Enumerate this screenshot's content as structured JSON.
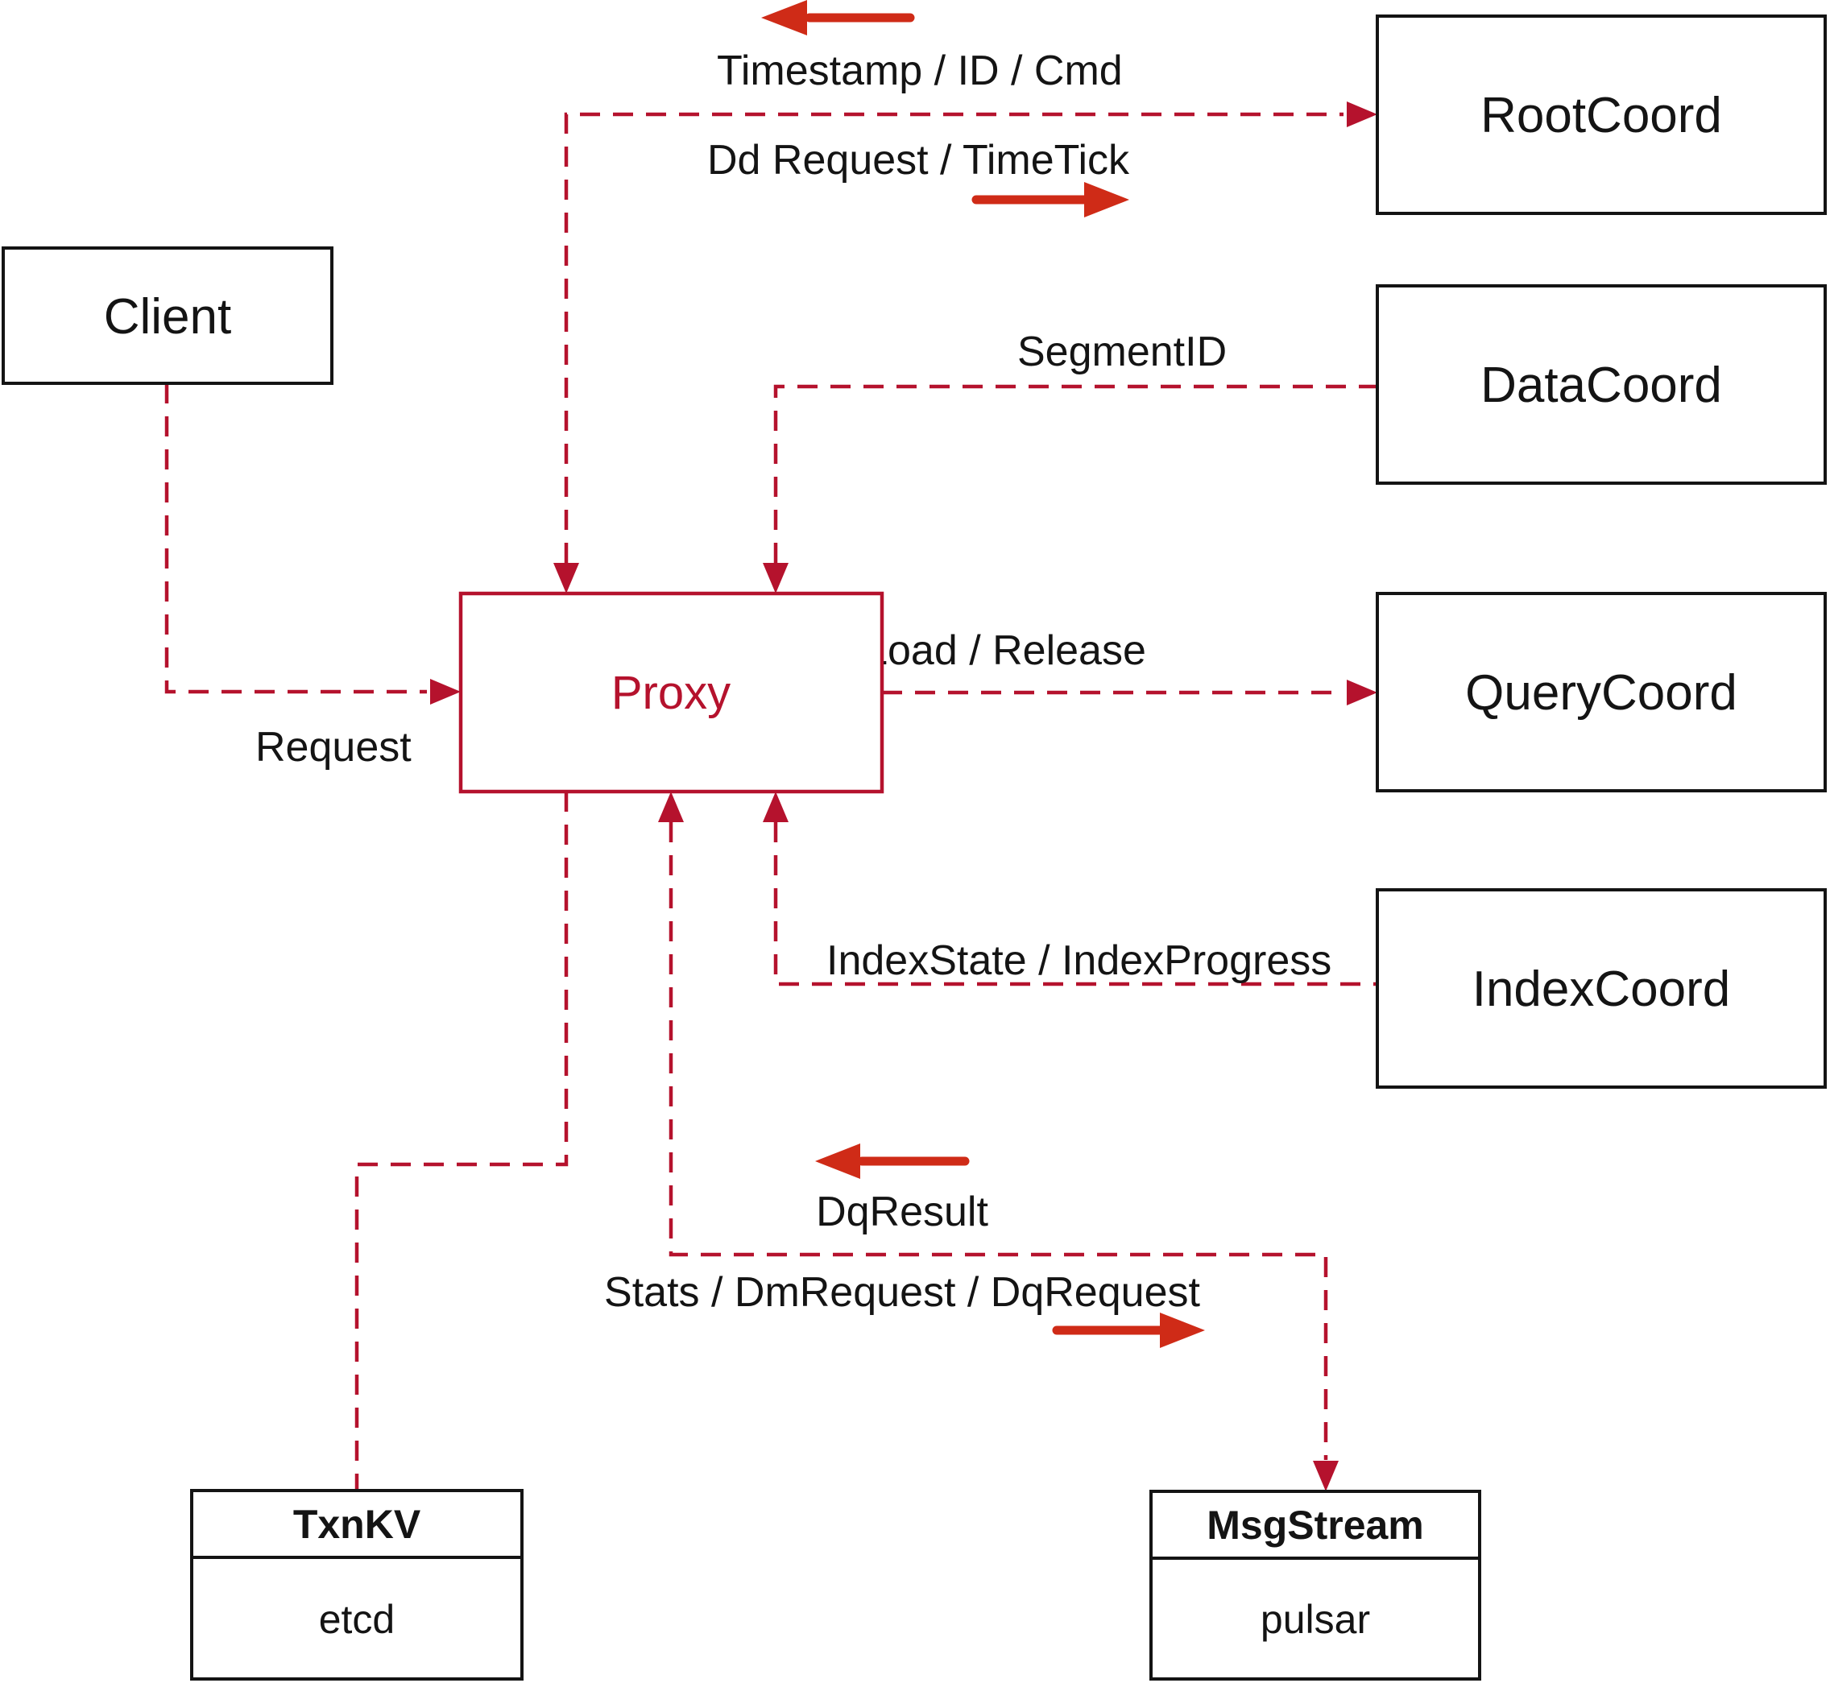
{
  "diagram": {
    "nodes": {
      "client": {
        "label": "Client"
      },
      "proxy": {
        "label": "Proxy"
      },
      "root_coord": {
        "label": "RootCoord"
      },
      "data_coord": {
        "label": "DataCoord"
      },
      "query_coord": {
        "label": "QueryCoord"
      },
      "index_coord": {
        "label": "IndexCoord"
      },
      "txn_kv": {
        "title": "TxnKV",
        "value": "etcd"
      },
      "msg_stream": {
        "title": "MsgStream",
        "value": "pulsar"
      }
    },
    "edge_labels": {
      "timestamp": "Timestamp / ID / Cmd",
      "dd_request": "Dd Request / TimeTick",
      "segment_id": "SegmentID",
      "request": "Request",
      "load_release": "Load / Release",
      "index_state": "IndexState / IndexProgress",
      "dq_result": "DqResult",
      "stats": "Stats / DmRequest / DqRequest"
    },
    "edges": [
      {
        "from": "client",
        "to": "proxy",
        "labels": [
          "request"
        ],
        "arrow": "into proxy"
      },
      {
        "from": "proxy",
        "to": "root_coord",
        "labels": [
          "timestamp",
          "dd_request"
        ],
        "arrow": "both ends"
      },
      {
        "from": "data_coord",
        "to": "proxy",
        "labels": [
          "segment_id"
        ],
        "arrow": "into proxy"
      },
      {
        "from": "proxy",
        "to": "query_coord",
        "labels": [
          "load_release"
        ],
        "arrow": "into query_coord"
      },
      {
        "from": "index_coord",
        "to": "proxy",
        "labels": [
          "index_state"
        ],
        "arrow": "into proxy"
      },
      {
        "from": "proxy",
        "to": "txn_kv",
        "labels": [],
        "arrow": "none"
      },
      {
        "from": "proxy",
        "to": "msg_stream",
        "labels": [
          "dq_result",
          "stats"
        ],
        "arrow": "both ends"
      }
    ],
    "colors": {
      "connector": "#b5122d",
      "arrow": "#cf2b17",
      "box_border": "#141414",
      "text": "#141414",
      "background": "#ffffff"
    }
  }
}
